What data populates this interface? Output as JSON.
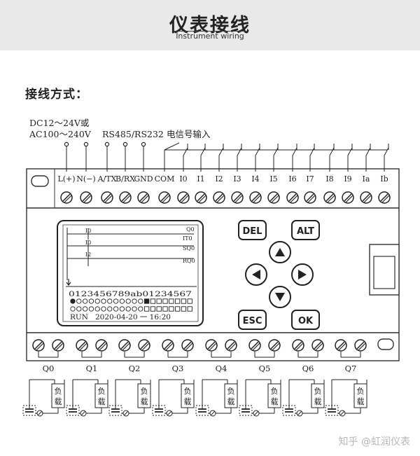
{
  "header": {
    "title": "仪表接线",
    "subtitle": "Instrument wiring"
  },
  "section_title": "接线方式：",
  "power_label_1": "DC12～24V或",
  "power_label_2": "AC100～240V",
  "comm_label": "RS485/RS232",
  "signal_label": "电信号输入",
  "top_terminals": [
    "L(+)",
    "N(−)",
    "A/TX",
    "B/RX",
    "GND",
    "COM",
    "I0",
    "I1",
    "I2",
    "I3",
    "I4",
    "I5",
    "I6",
    "I7",
    "I8",
    "I9",
    "Ia",
    "Ib"
  ],
  "keys": [
    "DEL",
    "ALT",
    "ESC",
    "OK"
  ],
  "lcd": {
    "row_labels": [
      "I0",
      "I0",
      "I2"
    ],
    "coil_labels": [
      "Q0",
      "IT0",
      "SQ0",
      "RQ0"
    ],
    "index_row": "0123456789ab01234567",
    "status_row": "RUN   2020-04-20 一 16:20"
  },
  "outputs": [
    "Q0",
    "Q1",
    "Q2",
    "Q3",
    "Q4",
    "Q5",
    "Q6",
    "Q7"
  ],
  "load_label_1": "负",
  "load_label_2": "载",
  "watermark": "知乎 @虹润仪表"
}
